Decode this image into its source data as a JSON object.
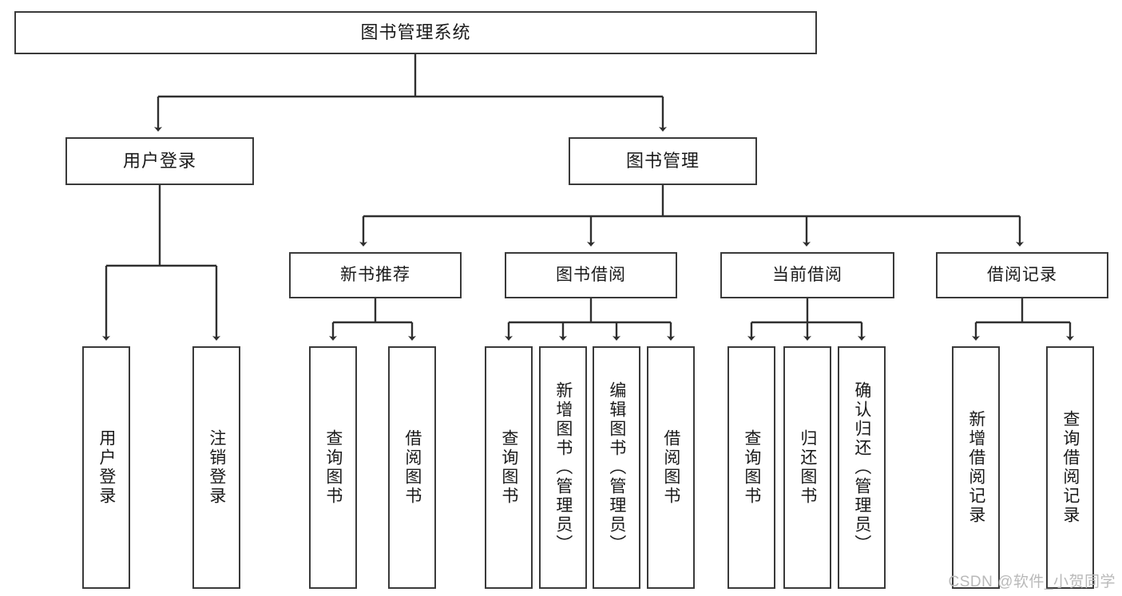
{
  "diagram": {
    "title": "图书管理系统",
    "watermark": "CSDN @软件_小贺同学",
    "stroke_color": "#3a3a3a",
    "background_color": "#ffffff",
    "nodes": {
      "root": {
        "label": "图书管理系统"
      },
      "level1": [
        {
          "id": "user-login",
          "label": "用户登录"
        },
        {
          "id": "book-management",
          "label": "图书管理"
        }
      ],
      "level2": [
        {
          "id": "new-book-recommend",
          "label": "新书推荐"
        },
        {
          "id": "book-borrow",
          "label": "图书借阅"
        },
        {
          "id": "current-borrow",
          "label": "当前借阅"
        },
        {
          "id": "borrow-record",
          "label": "借阅记录"
        }
      ],
      "leaves": {
        "user_login": [
          {
            "id": "leaf-user-login",
            "label": "用户登录"
          },
          {
            "id": "leaf-logout-login",
            "label": "注销登录"
          }
        ],
        "new_book_recommend": [
          {
            "id": "leaf-query-book-1",
            "label": "查询图书"
          },
          {
            "id": "leaf-borrow-book-1",
            "label": "借阅图书"
          }
        ],
        "book_borrow": [
          {
            "id": "leaf-query-book-2",
            "label": "查询图书"
          },
          {
            "id": "leaf-add-book",
            "label": "新增图书（管理员）"
          },
          {
            "id": "leaf-edit-book",
            "label": "编辑图书（管理员）"
          },
          {
            "id": "leaf-borrow-book-2",
            "label": "借阅图书"
          }
        ],
        "current_borrow": [
          {
            "id": "leaf-query-book-3",
            "label": "查询图书"
          },
          {
            "id": "leaf-return-book",
            "label": "归还图书"
          },
          {
            "id": "leaf-confirm-return",
            "label": "确认归还（管理员）"
          }
        ],
        "borrow_record": [
          {
            "id": "leaf-add-record",
            "label": "新增借阅记录"
          },
          {
            "id": "leaf-query-record",
            "label": "查询借阅记录"
          }
        ]
      }
    }
  }
}
